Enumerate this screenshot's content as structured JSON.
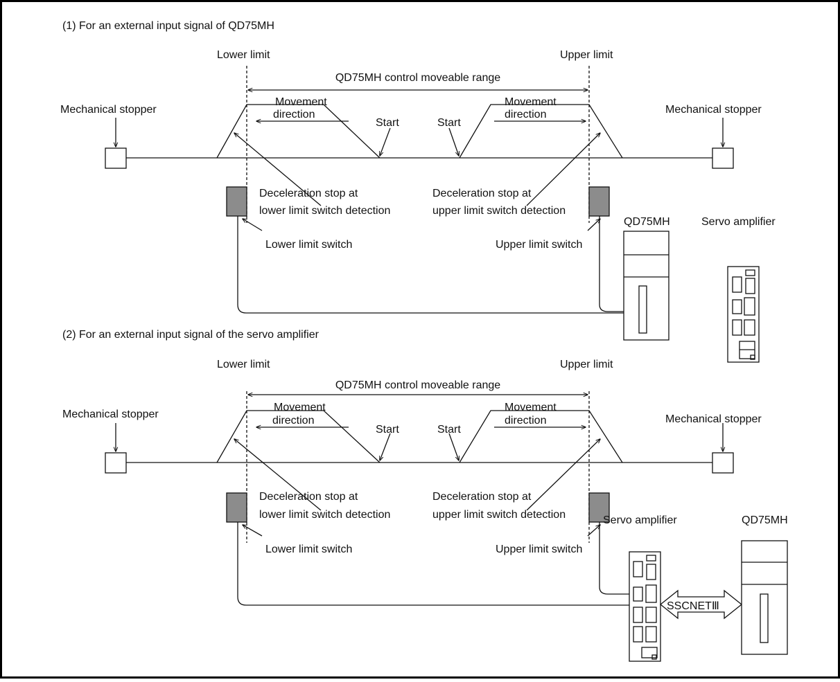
{
  "sections": [
    {
      "heading": "(1)  For an external input signal of QD75MH",
      "lower_limit": "Lower limit",
      "upper_limit": "Upper limit",
      "range_label": "QD75MH control moveable range",
      "stopper_left": "Mechanical stopper",
      "stopper_right": "Mechanical stopper",
      "movement_line1": "Movement",
      "movement_line2": "direction",
      "start_left": "Start",
      "start_right": "Start",
      "decel_lower_line1": "Deceleration stop at",
      "decel_lower_line2": "lower limit switch detection",
      "decel_upper_line1": "Deceleration stop at",
      "decel_upper_line2": "upper limit switch detection",
      "lower_switch": "Lower limit switch",
      "upper_switch": "Upper limit switch",
      "module_a": "QD75MH",
      "module_b": "Servo amplifier"
    },
    {
      "heading": "(2)  For an external input signal of the servo amplifier",
      "lower_limit": "Lower limit",
      "upper_limit": "Upper limit",
      "range_label": "QD75MH control moveable range",
      "stopper_left": "Mechanical stopper",
      "stopper_right": "Mechanical stopper",
      "movement_line1": "Movement",
      "movement_line2": "direction",
      "start_left": "Start",
      "start_right": "Start",
      "decel_lower_line1": "Deceleration stop at",
      "decel_lower_line2": "lower limit switch detection",
      "decel_upper_line1": "Deceleration stop at",
      "decel_upper_line2": "upper limit switch detection",
      "lower_switch": "Lower limit switch",
      "upper_switch": "Upper limit switch",
      "module_a": "Servo amplifier",
      "module_b": "QD75MH",
      "network_label": "SSCNETⅢ"
    }
  ],
  "colors": {
    "line": "#111111",
    "switch_fill": "#8c8c8c",
    "background": "#ffffff"
  }
}
